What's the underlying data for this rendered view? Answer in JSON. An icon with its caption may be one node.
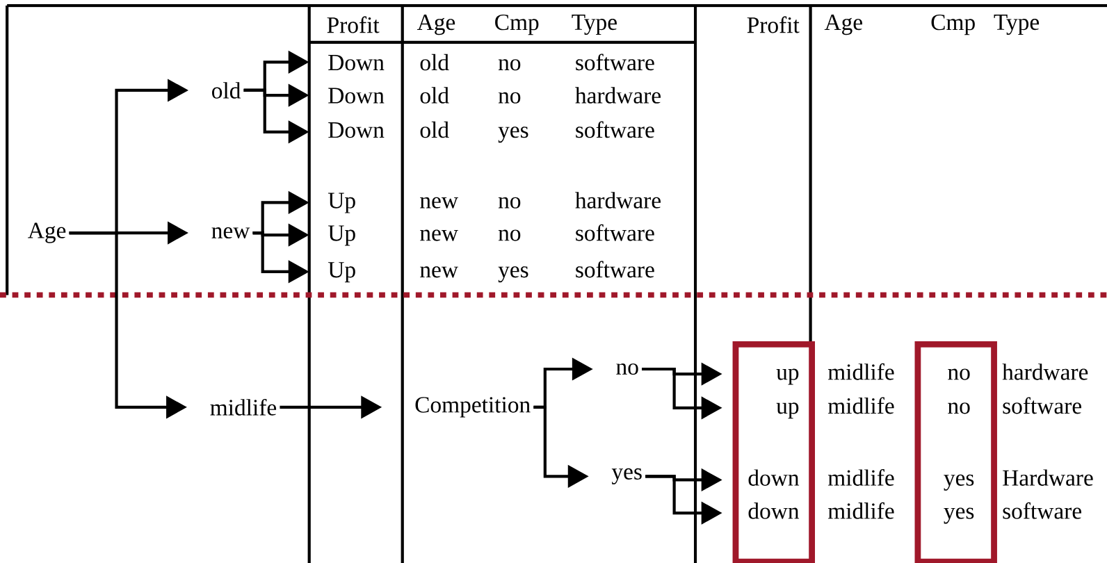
{
  "diagram": {
    "nodes": [
      {
        "text": [
          "Age"
        ]
      },
      {
        "text": [
          "old"
        ]
      },
      {
        "text": [
          "Down",
          "old",
          "no",
          "software"
        ]
      },
      {
        "text": [
          "Down",
          "old",
          "no",
          "hardware"
        ]
      },
      {
        "text": [
          "Down",
          "old",
          "yes",
          "software"
        ]
      },
      {
        "text": [
          "new"
        ]
      },
      {
        "text": [
          "Up",
          "new",
          "no",
          "hardware"
        ]
      },
      {
        "text": [
          "Up",
          "new",
          "no",
          "software"
        ]
      },
      {
        "text": [
          "Up",
          "new",
          "yes",
          "software"
        ]
      },
      {
        "text": [
          "midlife"
        ]
      },
      {
        "text": [
          "Competition"
        ]
      },
      {
        "text": [
          "no"
        ]
      },
      {
        "text": [
          "yes"
        ]
      },
      {
        "text": [
          "up",
          "midlife",
          "no",
          "hardware"
        ]
      },
      {
        "text": [
          "up",
          "midlife",
          "no",
          "software"
        ]
      },
      {
        "text": [
          "down",
          "midlife",
          "yes",
          "Hardware"
        ]
      },
      {
        "text": [
          "down",
          "midlife",
          "yes",
          "software"
        ]
      }
    ],
    "edges": [
      {
        "from": 0,
        "to": 1,
        "arrow": "to"
      },
      {
        "from": 0,
        "to": 5,
        "arrow": "to"
      },
      {
        "from": 0,
        "to": 9,
        "arrow": "to"
      },
      {
        "from": 1,
        "to": 2,
        "arrow": "to"
      },
      {
        "from": 1,
        "to": 3,
        "arrow": "to"
      },
      {
        "from": 1,
        "to": 4,
        "arrow": "to"
      },
      {
        "from": 5,
        "to": 6,
        "arrow": "to"
      },
      {
        "from": 5,
        "to": 7,
        "arrow": "to"
      },
      {
        "from": 5,
        "to": 8,
        "arrow": "to"
      },
      {
        "from": 9,
        "to": 10,
        "arrow": "to"
      },
      {
        "from": 10,
        "to": 11,
        "arrow": "to"
      },
      {
        "from": 10,
        "to": 12,
        "arrow": "to"
      },
      {
        "from": 11,
        "to": 13,
        "arrow": "to"
      },
      {
        "from": 11,
        "to": 14,
        "arrow": "to"
      },
      {
        "from": 12,
        "to": 15,
        "arrow": "to"
      },
      {
        "from": 12,
        "to": 16,
        "arrow": "to"
      }
    ],
    "labels": [
      "Profit",
      "Age",
      "Cmp",
      "Type",
      "Profit",
      "Age",
      "Cmp",
      "Type"
    ]
  }
}
